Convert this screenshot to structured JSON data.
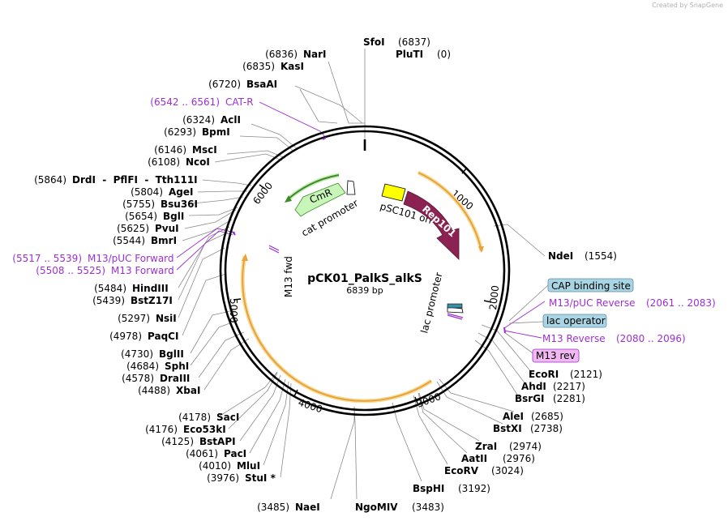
{
  "credit": "Created by SnapGene",
  "plasmid": {
    "name": "pCK01_PalkS_alkS",
    "size": "6839 bp"
  },
  "ticks": [
    "1000",
    "2000",
    "3000",
    "4000",
    "5000",
    "6000"
  ],
  "colors": {
    "primer": "#9b30d0",
    "cat": "#7ccd5a",
    "rep": "#8b2252",
    "ori": "#ffff00",
    "orange": "#e8a33a",
    "box": "#a9d4e3",
    "mrev": "#f1b8f1"
  },
  "sites": [
    {
      "pos": "(6837)",
      "name": "SfoI",
      "side": "R"
    },
    {
      "pos": "(0)",
      "name": "PluTI",
      "side": "R"
    },
    {
      "pos": "(6836)",
      "name": "NarI",
      "side": "L"
    },
    {
      "pos": "(6835)",
      "name": "KasI",
      "side": "L"
    },
    {
      "pos": "(6720)",
      "name": "BsaAI",
      "side": "L"
    },
    {
      "pos": "(6324)",
      "name": "AclI",
      "side": "L"
    },
    {
      "pos": "(6293)",
      "name": "BpmI",
      "side": "L"
    },
    {
      "pos": "(6146)",
      "name": "MscI",
      "side": "L"
    },
    {
      "pos": "(6108)",
      "name": "NcoI",
      "side": "L"
    },
    {
      "pos": "(5864)",
      "name": "DrdI  -  PflFI  -  Tth111I",
      "side": "L"
    },
    {
      "pos": "(5804)",
      "name": "AgeI",
      "side": "L"
    },
    {
      "pos": "(5755)",
      "name": "Bsu36I",
      "side": "L"
    },
    {
      "pos": "(5654)",
      "name": "BglI",
      "side": "L"
    },
    {
      "pos": "(5625)",
      "name": "PvuI",
      "side": "L"
    },
    {
      "pos": "(5544)",
      "name": "BmrI",
      "side": "L"
    },
    {
      "pos": "(5484)",
      "name": "HindIII",
      "side": "L"
    },
    {
      "pos": "(5439)",
      "name": "BstZ17I",
      "side": "L"
    },
    {
      "pos": "(5297)",
      "name": "NsiI",
      "side": "L"
    },
    {
      "pos": "(4978)",
      "name": "PaqCI",
      "side": "L"
    },
    {
      "pos": "(4730)",
      "name": "BglII",
      "side": "L"
    },
    {
      "pos": "(4684)",
      "name": "SphI",
      "side": "L"
    },
    {
      "pos": "(4578)",
      "name": "DraIII",
      "side": "L"
    },
    {
      "pos": "(4488)",
      "name": "XbaI",
      "side": "L"
    },
    {
      "pos": "(4178)",
      "name": "SacI",
      "side": "L"
    },
    {
      "pos": "(4176)",
      "name": "Eco53kI",
      "side": "L"
    },
    {
      "pos": "(4125)",
      "name": "BstAPI",
      "side": "L"
    },
    {
      "pos": "(4061)",
      "name": "PacI",
      "side": "L"
    },
    {
      "pos": "(4010)",
      "name": "MluI",
      "side": "L"
    },
    {
      "pos": "(3976)",
      "name": "StuI *",
      "side": "L"
    },
    {
      "pos": "(3485)",
      "name": "NaeI",
      "side": "L"
    },
    {
      "pos": "(3483)",
      "name": "NgoMIV",
      "side": "R"
    },
    {
      "pos": "(3192)",
      "name": "BspHI",
      "side": "R"
    },
    {
      "pos": "(3024)",
      "name": "EcoRV",
      "side": "R"
    },
    {
      "pos": "(2976)",
      "name": "AatII",
      "side": "R"
    },
    {
      "pos": "(2974)",
      "name": "ZraI",
      "side": "R"
    },
    {
      "pos": "(2738)",
      "name": "BstXI",
      "side": "R"
    },
    {
      "pos": "(2685)",
      "name": "AleI",
      "side": "R"
    },
    {
      "pos": "(2281)",
      "name": "BsrGI",
      "side": "R"
    },
    {
      "pos": "(2217)",
      "name": "AhdI",
      "side": "R"
    },
    {
      "pos": "(2121)",
      "name": "EcoRI",
      "side": "R"
    },
    {
      "pos": "(1554)",
      "name": "NdeI",
      "side": "R"
    }
  ],
  "primers": [
    {
      "name": "CAT-R",
      "range": "(6542 .. 6561)"
    },
    {
      "name": "M13/pUC Forward",
      "range": "(5517 .. 5539)"
    },
    {
      "name": "M13 Forward",
      "range": "(5508 .. 5525)"
    },
    {
      "name": "M13/pUC Reverse",
      "range": "(2061 .. 2083)"
    },
    {
      "name": "M13 Reverse",
      "range": "(2080 .. 2096)"
    }
  ],
  "boxed": {
    "cap": "CAP binding site",
    "lacop": "lac operator",
    "m13rev": "M13 rev"
  },
  "features": {
    "cmr": "CmR",
    "cat_promoter": "cat promoter",
    "psc101_ori": "pSC101 ori",
    "rep101": "Rep101",
    "lac_promoter": "lac promoter",
    "m13_fwd": "M13 fwd"
  }
}
